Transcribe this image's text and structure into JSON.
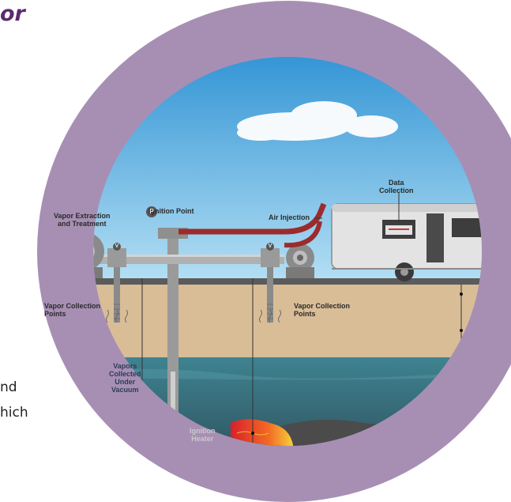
{
  "header": {
    "title_fragment": "or"
  },
  "side_text": {
    "line1": "nd",
    "line2": "hich"
  },
  "labels": {
    "ignition_point": "Ignition Point",
    "vapor_extraction": [
      "Vapor Extraction",
      "and Treatment"
    ],
    "air_injection": "Air Injection",
    "data_collection": [
      "Data",
      "Collection"
    ],
    "vapor_collection_left": [
      "Vapor Collection",
      "Points"
    ],
    "vapor_collection_right": [
      "Vapor Collection",
      "Points"
    ],
    "vapors_collected": [
      "Vapors",
      "Collected",
      "Under",
      "Vacuum"
    ],
    "ignition_heater": [
      "Ignition",
      "Heater"
    ],
    "gauge_p": "P",
    "gauge_v": "V"
  },
  "colors": {
    "ring": "#a78fb4",
    "sky": "#6fbde6",
    "soil": "#d9bd97",
    "groundwater": "#4d7f8c",
    "fire": "#e8432b",
    "title": "#5b2a6e"
  }
}
